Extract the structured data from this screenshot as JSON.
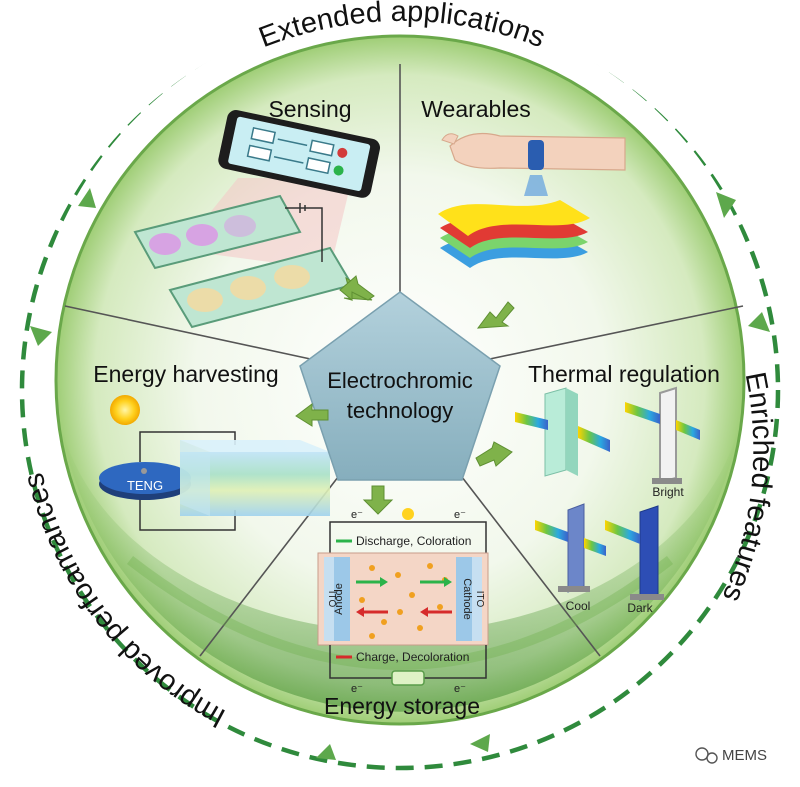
{
  "center": {
    "line1": "Electrochromic",
    "line2": "technology"
  },
  "sections": {
    "sensing": "Sensing",
    "wearables": "Wearables",
    "energy_harvesting": "Energy harvesting",
    "thermal_regulation": "Thermal regulation",
    "energy_storage": "Energy storage"
  },
  "outer": {
    "top": "Extended applications",
    "right": "Enriched features",
    "left": "Improved perfoamances"
  },
  "details": {
    "teng": "TENG",
    "bright": "Bright",
    "cool": "Cool",
    "dark": "Dark",
    "discharge": "Discharge, Coloration",
    "charge": "Charge, Decoloration",
    "anode": "Anode",
    "cathode": "Cathode",
    "ito_left": "ITO",
    "ito_right": "ITO",
    "electron": "e⁻"
  },
  "watermark": "MEMS",
  "colors": {
    "ring_dark": "#2f8a3c",
    "ring_light": "#d7ecc6",
    "pentagon": "#9cbfcd",
    "arrow": "#7fb24a",
    "outer_arrow": "#5da84c"
  }
}
